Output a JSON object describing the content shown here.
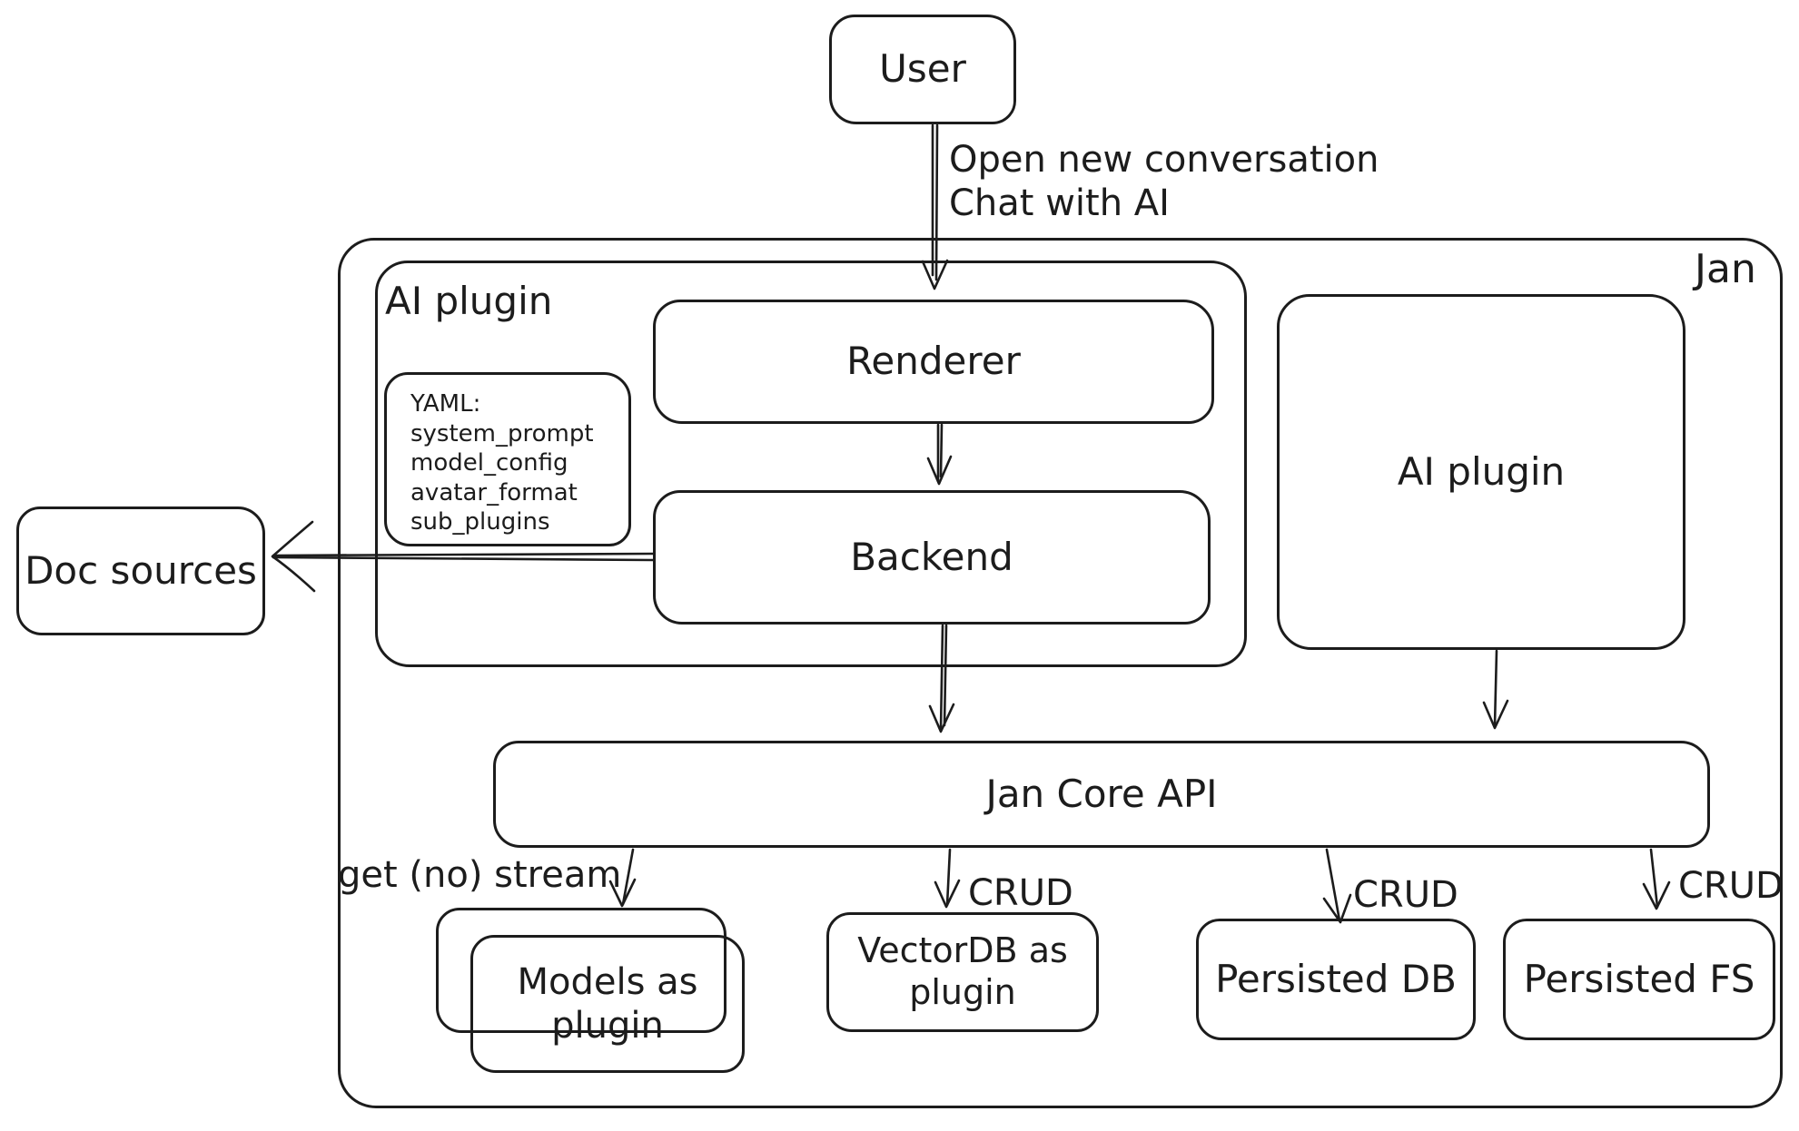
{
  "canvas": {
    "background": "#ffffff",
    "stroke_color": "#1c1c1c"
  },
  "nodes": {
    "user": {
      "label": "User"
    },
    "jan_container": {
      "label": "Jan"
    },
    "ai_plugin_group": {
      "label": "AI plugin"
    },
    "renderer": {
      "label": "Renderer"
    },
    "yaml_note": {
      "lines": [
        "YAML:",
        "system_prompt",
        "model_config",
        "avatar_format",
        "sub_plugins"
      ]
    },
    "backend": {
      "label": "Backend"
    },
    "ai_plugin_right": {
      "label": "AI plugin"
    },
    "doc_sources": {
      "label": "Doc sources"
    },
    "jan_core_api": {
      "label": "Jan Core API"
    },
    "models_as_plugin": {
      "label": "Models as plugin"
    },
    "vectordb_as_plugin": {
      "label": "VectorDB as plugin"
    },
    "persisted_db": {
      "label": "Persisted DB"
    },
    "persisted_fs": {
      "label": "Persisted FS"
    }
  },
  "edges": {
    "user_to_renderer": {
      "label_line1": "Open new conversation",
      "label_line2": "Chat with AI"
    },
    "jan_core_to_models": {
      "label": "get (no) stream"
    },
    "jan_core_to_vectordb": {
      "label": "CRUD"
    },
    "jan_core_to_persisted_db": {
      "label": "CRUD"
    },
    "jan_core_to_persisted_fs": {
      "label": "CRUD"
    }
  }
}
